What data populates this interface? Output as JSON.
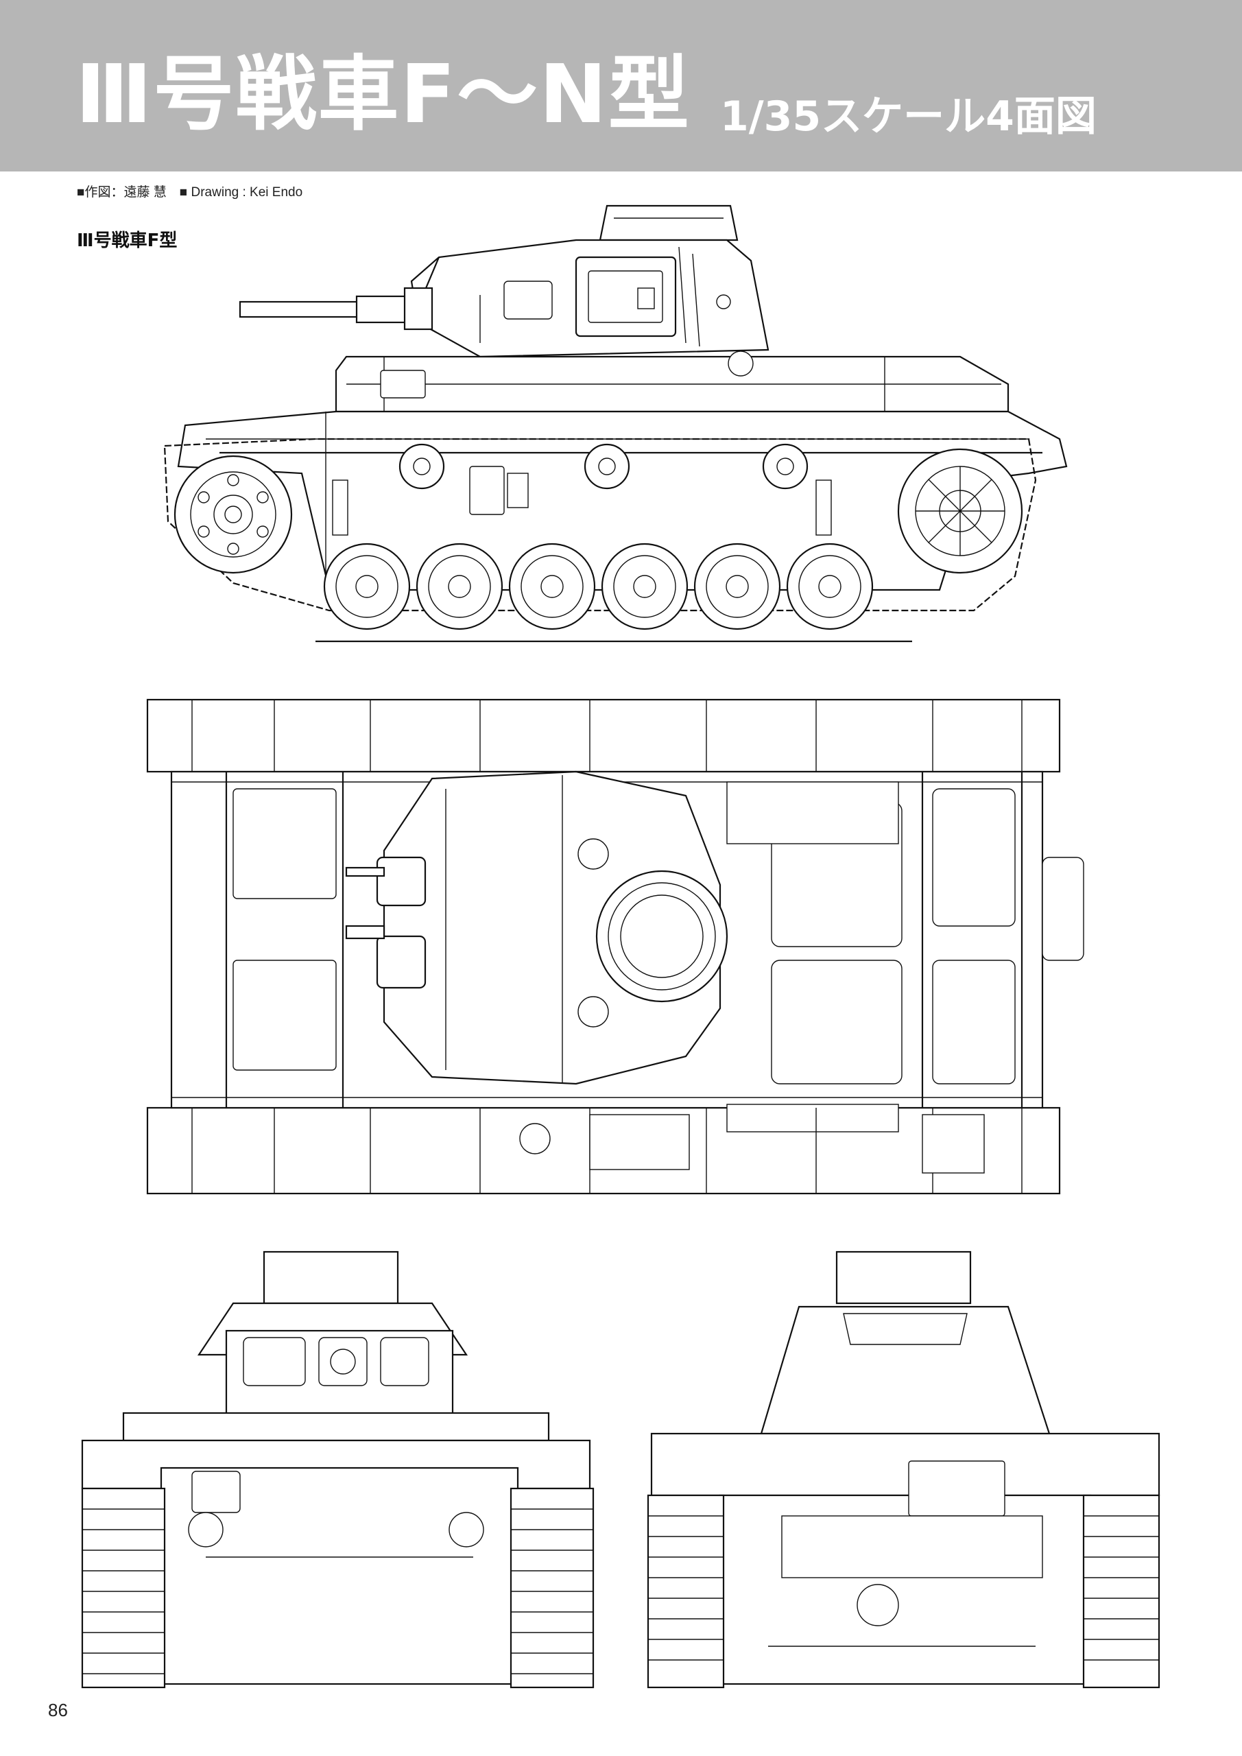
{
  "header": {
    "title": "Ⅲ号戦車F～N型",
    "subtitle": "1/35スケール4面図"
  },
  "credit": "■作図：遠藤 慧　■ Drawing : Kei Endo",
  "model_label": "Ⅲ号戦車F型",
  "page_number": "86",
  "views": {
    "side": "side-view",
    "top": "top-view",
    "front": "front-view",
    "rear": "rear-view"
  }
}
